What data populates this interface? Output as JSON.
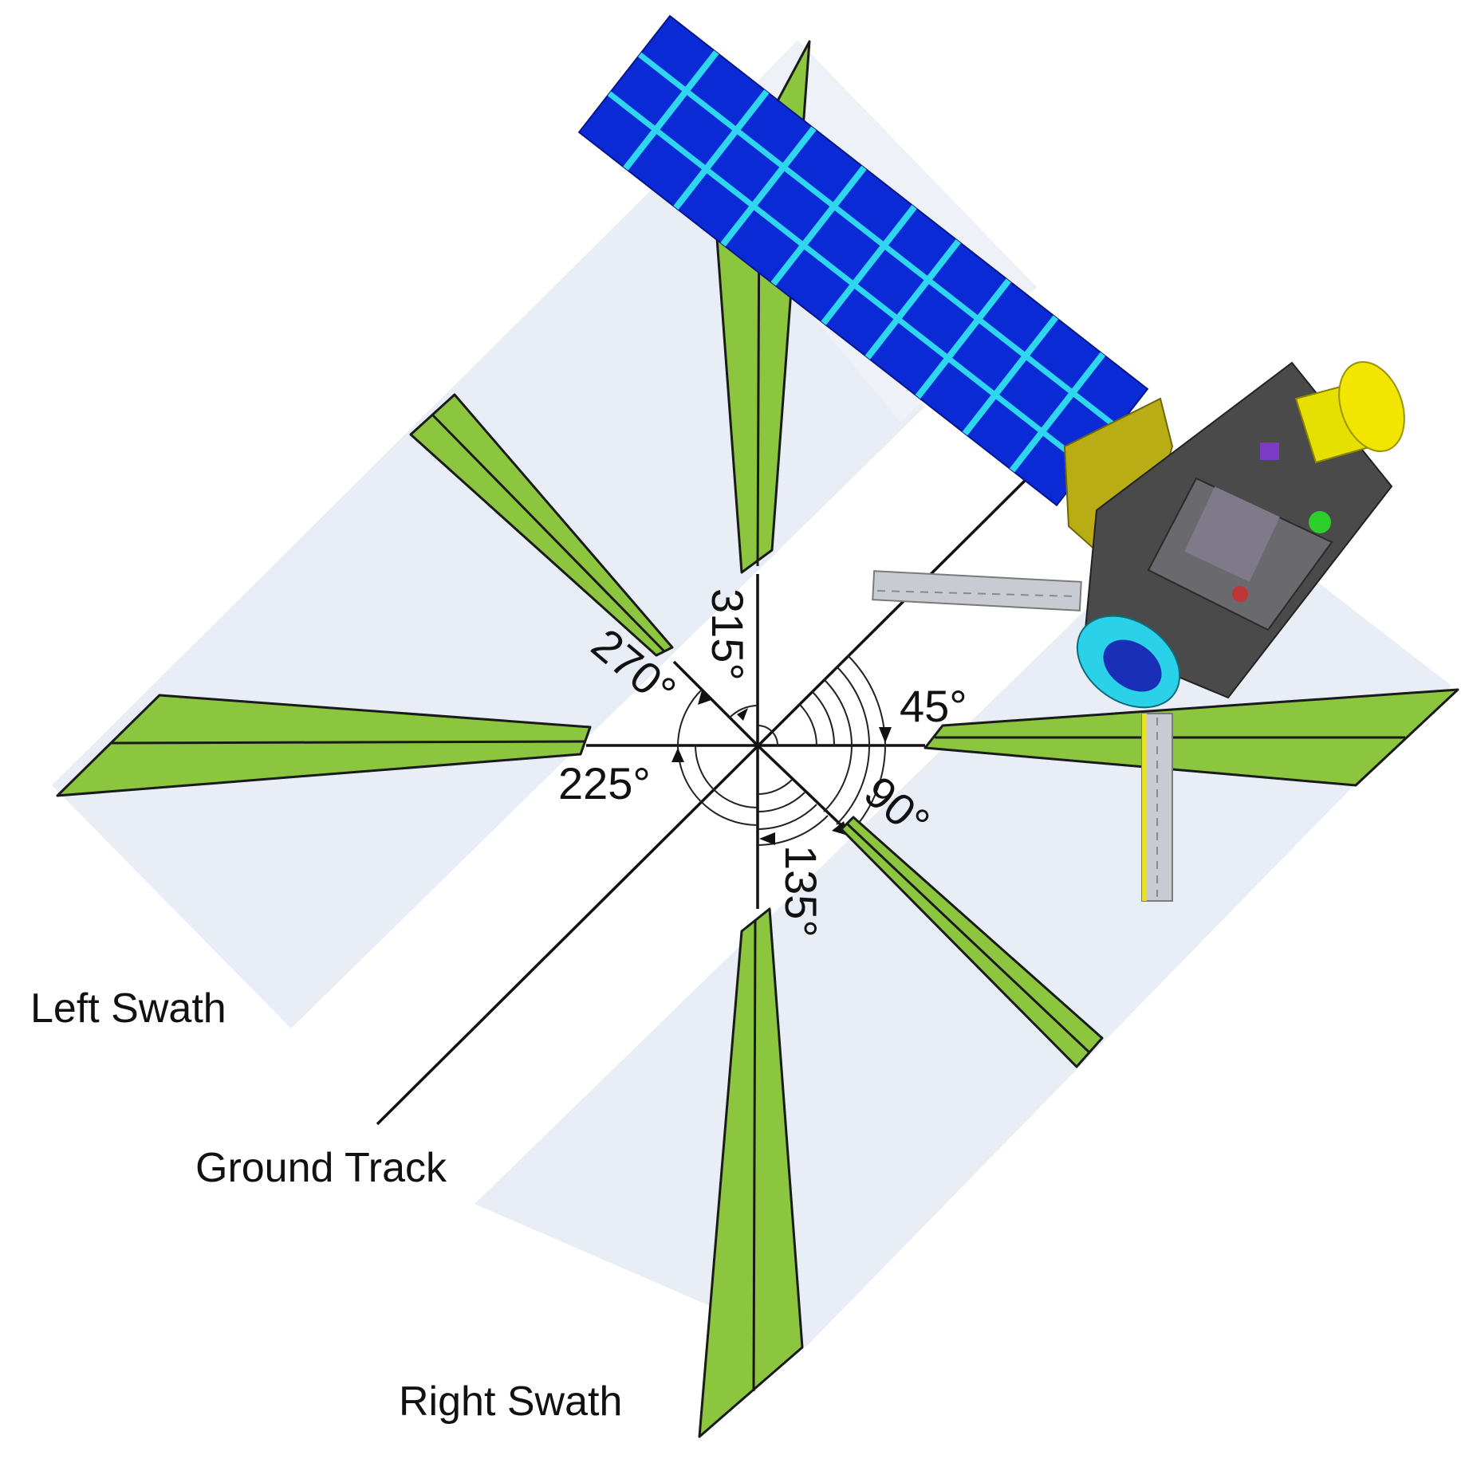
{
  "labels": {
    "left_swath": "Left Swath",
    "ground_track": "Ground Track",
    "right_swath": "Right Swath"
  },
  "angles": {
    "a45": "45°",
    "a90": "90°",
    "a135": "135°",
    "a225": "225°",
    "a270": "270°",
    "a315": "315°"
  },
  "colors": {
    "swath_band": "#e9edf5",
    "beam_fill": "#8cc63f",
    "beam_stroke": "#1a1a1a",
    "solar_panel": "#0a2ad6",
    "solar_strip": "#2fd6f0",
    "bus_body": "#4a4a4a",
    "antenna": "#f2e600"
  },
  "icons": [
    "satellite-icon"
  ]
}
